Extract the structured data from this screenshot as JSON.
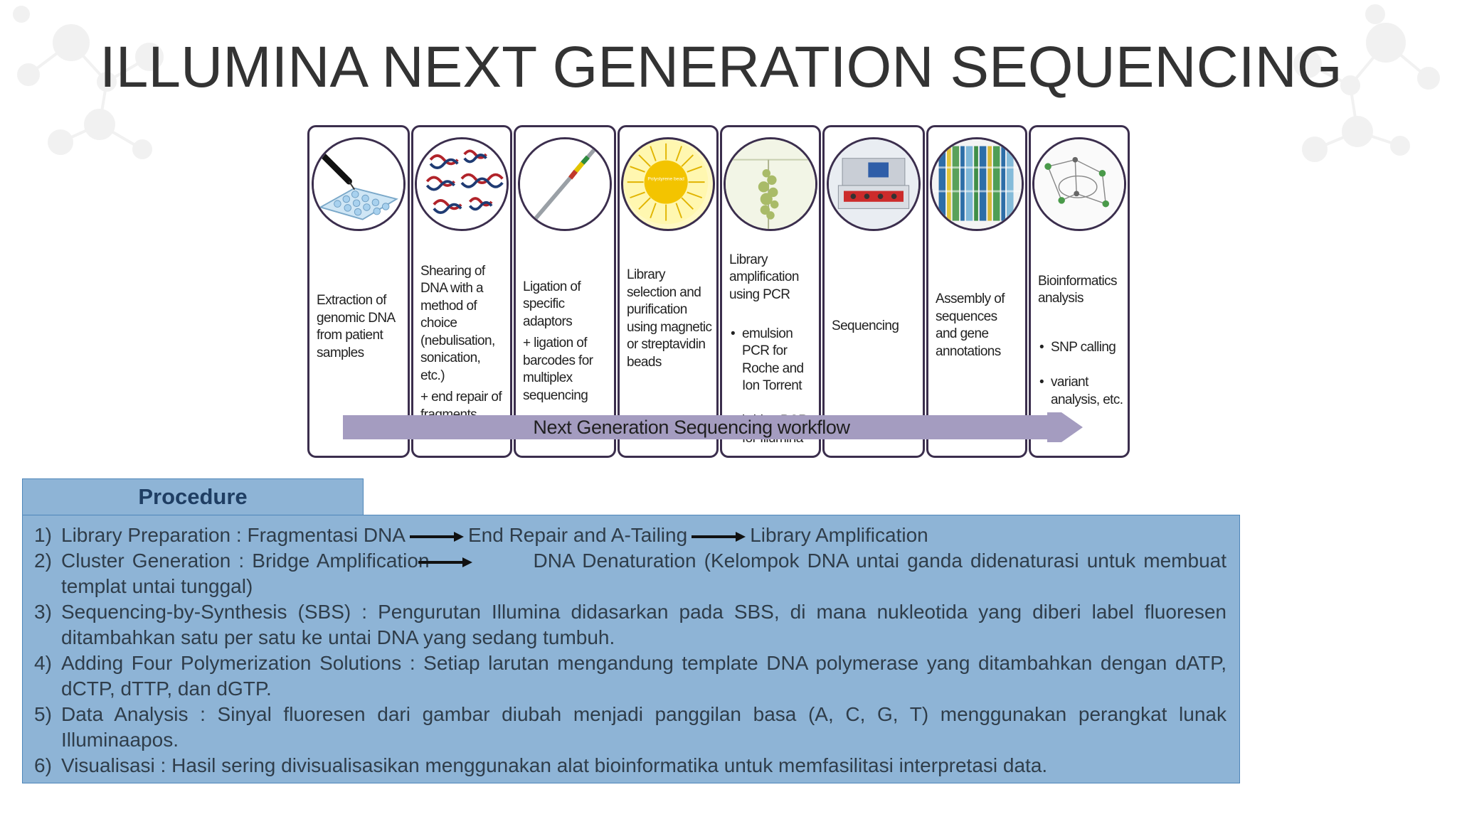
{
  "slide": {
    "title": "ILLUMINA NEXT GENERATION SEQUENCING"
  },
  "workflow": {
    "panels": [
      {
        "icon": "pipette-well-plate-icon",
        "caption": "Extraction of genomic DNA from patient samples"
      },
      {
        "icon": "dna-fragments-icon",
        "caption": "Shearing of DNA with a method of choice (nebulisation, sonication, etc.)",
        "sub": "+ end repair of fragments"
      },
      {
        "icon": "adaptor-strand-icon",
        "caption": "Ligation of specific adaptors",
        "sub": "+ ligation of barcodes for multiplex sequencing"
      },
      {
        "icon": "polystyrene-bead-icon",
        "bead_label": "Polystyrene bead",
        "caption": "Library selection and purification using magnetic or streptavidin beads"
      },
      {
        "icon": "pcr-cluster-icon",
        "caption": "Library amplification using PCR",
        "bullets": [
          "emulsion PCR for Roche and Ion Torrent",
          "bridge PCR for Illumina"
        ]
      },
      {
        "icon": "sequencer-machine-icon",
        "caption": "Sequencing"
      },
      {
        "icon": "sequence-assembly-icon",
        "caption": "Assembly of sequences and gene annotations"
      },
      {
        "icon": "network-analysis-icon",
        "caption": "Bioinformatics analysis",
        "bullets": [
          "SNP calling",
          "variant analysis, etc."
        ]
      }
    ],
    "arrow_label": "Next Generation Sequencing workflow"
  },
  "procedure": {
    "heading": "Procedure",
    "steps": [
      {
        "num": "1)",
        "parts": [
          "Library Preparation : Fragmentasi DNA",
          "End Repair and A-Tailing",
          "Library Amplification"
        ]
      },
      {
        "num": "2)",
        "a": "Cluster Generation : Bridge Amplification",
        "b": "DNA Denaturation (Kelompok DNA untai ganda didenaturasi untuk membuat templat untai tunggal)"
      },
      {
        "num": "3)",
        "text": "Sequencing-by-Synthesis (SBS) : Pengurutan Illumina didasarkan pada SBS, di mana nukleotida yang diberi label fluoresen ditambahkan satu per satu ke untai DNA yang sedang tumbuh."
      },
      {
        "num": "4)",
        "text": "Adding Four Polymerization Solutions : Setiap larutan mengandung template DNA polymerase yang ditambahkan dengan dATP, dCTP, dTTP, dan dGTP."
      },
      {
        "num": "5)",
        "text": "Data Analysis : Sinyal fluoresen dari gambar diubah menjadi panggilan basa (A, C, G, T) menggunakan perangkat lunak Illuminaapos."
      },
      {
        "num": "6)",
        "text": "Visualisasi : Hasil sering divisualisasikan menggunakan alat bioinformatika untuk memfasilitasi interpretasi data."
      }
    ]
  },
  "colors": {
    "procedure_fill": "#8eb4d6",
    "procedure_border": "#4e86b9",
    "heading_text": "#1f3e63",
    "arrow_band": "#a49cc0",
    "panel_border": "#3b2e4d"
  }
}
